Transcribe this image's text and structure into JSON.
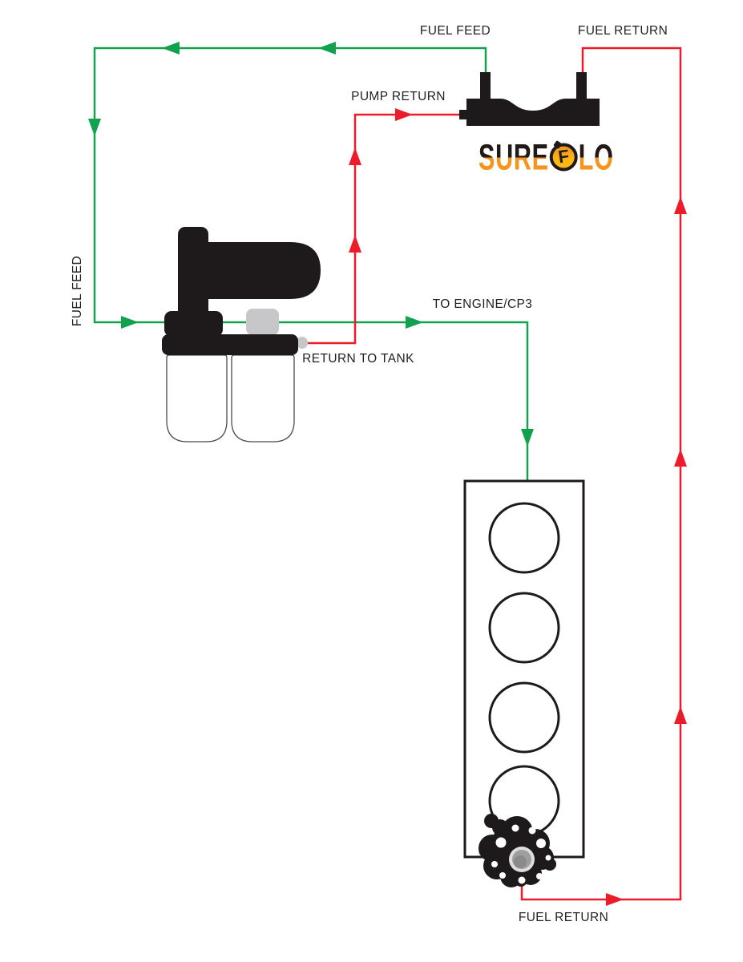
{
  "diagram": {
    "labels": {
      "fuel_feed_top": "FUEL FEED",
      "fuel_return_top": "FUEL RETURN",
      "pump_return": "PUMP RETURN",
      "fuel_feed_left": "FUEL FEED",
      "to_engine": "TO ENGINE/CP3",
      "return_to_tank": "RETURN TO TANK",
      "fuel_return_bottom": "FUEL RETURN"
    },
    "logo": {
      "word_start": "SURE",
      "monogram": "F",
      "word_end": "LO"
    },
    "colors": {
      "feed_green": "#12A24E",
      "return_red": "#EC1C2B",
      "ink_black": "#1E1A1B",
      "hardware_gray": "#C7C7C9",
      "logo_orange": "#F7941D",
      "logo_yellow": "#FDB913"
    },
    "components": {
      "fuel_sump": "sure-flo-fuel-sump",
      "pump_filter": "lift-pump-and-dual-filter-assembly",
      "engine": "four-cylinder-engine-block",
      "cp3": "cp3-injection-pump"
    }
  }
}
